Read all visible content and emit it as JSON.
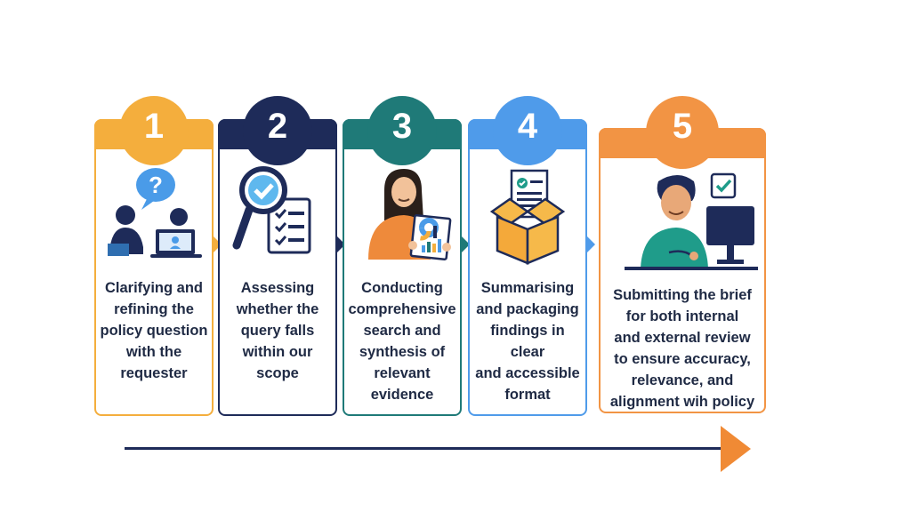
{
  "steps": [
    {
      "number": "1",
      "color": "#F4AE3D",
      "icon": "people-question-icon",
      "lines": [
        "Clarifying and",
        "refining the",
        "policy question",
        "with the",
        "requester"
      ]
    },
    {
      "number": "2",
      "color": "#1E2B59",
      "icon": "magnifier-checklist-icon",
      "lines": [
        "Assessing",
        "whether the",
        "query falls",
        "within our",
        "scope"
      ]
    },
    {
      "number": "3",
      "color": "#1F7A78",
      "icon": "person-report-icon",
      "lines": [
        "Conducting",
        "comprehensive",
        "search and",
        "synthesis of",
        "relevant",
        "evidence"
      ]
    },
    {
      "number": "4",
      "color": "#4F9BEA",
      "icon": "box-document-icon",
      "lines": [
        "Summarising",
        "and packaging",
        "findings in clear",
        "and accessible",
        "format"
      ]
    },
    {
      "number": "5",
      "color": "#F29444",
      "icon": "person-computer-check-icon",
      "lines": [
        "Submitting the brief",
        "for both internal",
        "and external review",
        "to ensure accuracy,",
        "relevance, and",
        "alignment wih policy"
      ]
    }
  ],
  "arrow": {
    "line_color": "#1E2B59",
    "head_color": "#F08A35",
    "icon": "arrow-right-icon"
  }
}
